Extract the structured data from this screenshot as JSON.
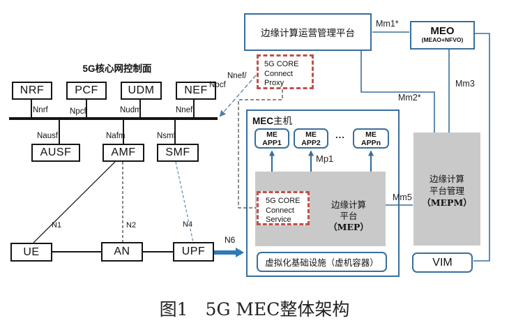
{
  "diagram": {
    "caption": "图1　5G MEC整体架构",
    "core_network": {
      "title_bold": "5G",
      "title_rest": "核心网控制面",
      "sbi_nodes": [
        {
          "label": "NRF",
          "ref": "Nnrf"
        },
        {
          "label": "PCF",
          "ref": "Npcf"
        },
        {
          "label": "UDM",
          "ref": "Nudm"
        },
        {
          "label": "NEF",
          "ref": "Nnef"
        }
      ],
      "nf_nodes": [
        {
          "label": "AUSF",
          "ref": "Nausf"
        },
        {
          "label": "AMF",
          "ref": "Nafm"
        },
        {
          "label": "SMF",
          "ref": "Nsmf"
        }
      ],
      "access_nodes": [
        {
          "label": "UE"
        },
        {
          "label": "AN"
        },
        {
          "label": "UPF"
        }
      ],
      "interface_labels": {
        "n1": "N1",
        "n2": "N2",
        "n4": "N4",
        "n6": "N6",
        "nnef_line1": "Nnef/",
        "nnef_line2": "Npcf"
      }
    },
    "mec_system": {
      "oss": "边缘计算运营管理平台",
      "meo": {
        "title": "MEO",
        "subtitle": "(MEAO+NFVO)"
      },
      "proxy": {
        "line1": "5G CORE",
        "line2": "Connect",
        "line3": "Proxy"
      },
      "service": {
        "line1": "5G CORE",
        "line2": "Connect",
        "line3": "Service"
      },
      "host": {
        "title_bold": "MEC",
        "title_rest": "主机",
        "apps": [
          {
            "line1": "ME",
            "line2": "APP1"
          },
          {
            "line1": "ME",
            "line2": "APP2"
          },
          {
            "line1": "ME",
            "line2": "APPn"
          }
        ],
        "apps_ellipsis": "...",
        "mep": {
          "line1": "边缘计算",
          "line2": "平台",
          "line3": "（MEP）"
        },
        "virt_infra": "虚拟化基础设施（虚机容器）"
      },
      "mepm": {
        "line1": "边缘计算",
        "line2": "平台管理",
        "line3": "（MEPM）"
      },
      "vim": "VIM",
      "interface_labels": {
        "mm1": "Mm1*",
        "mm2": "Mm2*",
        "mm3": "Mm3",
        "mm5": "Mm5",
        "mp1": "Mp1"
      }
    },
    "colors": {
      "accent_blue": "#376e9d",
      "dashed_red": "#c0504d",
      "gray_fill": "#c9c9c9",
      "arrow_blue": "#2f7ab5",
      "line_black": "#141414"
    }
  }
}
